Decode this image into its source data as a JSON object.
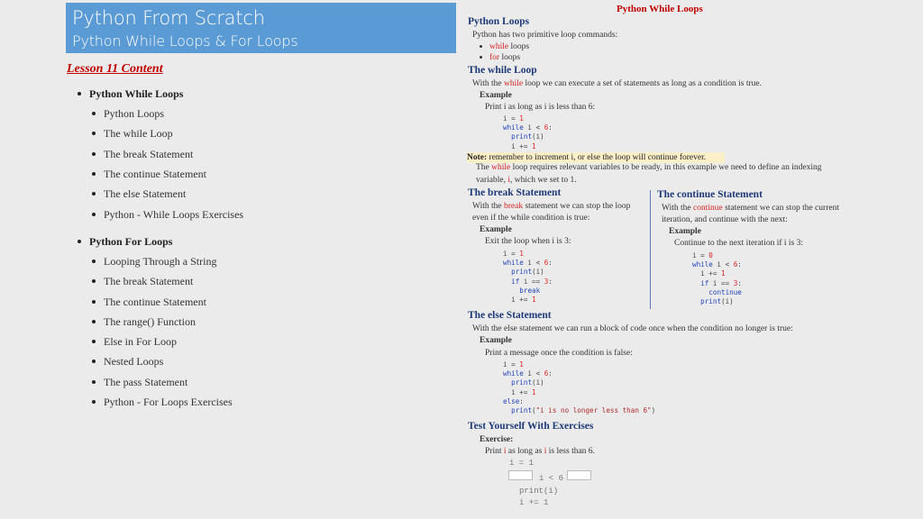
{
  "banner": {
    "title": "Python From Scratch",
    "subtitle": "Python While Loops & For Loops",
    "color": "#5b9bd5"
  },
  "lesson": {
    "title": "Lesson 11 Content"
  },
  "toc": {
    "groups": [
      {
        "title": "Python While Loops",
        "items": [
          "Python Loops",
          "The while Loop",
          "The break Statement",
          "The continue Statement",
          "The else Statement",
          "Python - While Loops Exercises"
        ]
      },
      {
        "title": "Python For Loops",
        "items": [
          "Looping Through a String",
          "The break Statement",
          "The continue Statement",
          "The range() Function",
          "Else in For Loop",
          "Nested Loops",
          "The pass Statement",
          "Python - For Loops Exercises"
        ]
      }
    ]
  },
  "doc": {
    "title": "Python While Loops",
    "loops": {
      "heading": "Python Loops",
      "intro": "Python has two primitive loop commands:",
      "items": [
        {
          "kw": "while",
          "rest": " loops"
        },
        {
          "kw": "for",
          "rest": " loops"
        }
      ]
    },
    "while": {
      "heading": "The while Loop",
      "text_pre": "With the ",
      "text_kw": "while",
      "text_post": " loop we can execute a set of statements as long as a condition is true.",
      "example_label": "Example",
      "example_desc": "Print i as long as i is less than 6:",
      "note_label": "Note:",
      "note_text": " remember to increment i, or else the loop will continue forever.",
      "after_pre": "The ",
      "after_kw": "while",
      "after_post": " loop requires relevant variables to be ready, in this example we need to define an indexing",
      "after2_pre": "variable, ",
      "after2_kw": "i",
      "after2_post": ", which we set to 1."
    },
    "break": {
      "heading": "The break Statement",
      "text_pre": "With the ",
      "text_kw": "break",
      "text_post": " statement we can stop the loop",
      "text2": "even if the while condition is true:",
      "example_label": "Example",
      "example_desc": "Exit the loop when i is 3:"
    },
    "continue": {
      "heading": "The continue Statement",
      "text_pre": "With the ",
      "text_kw": "continue",
      "text_post": " statement we can stop the current",
      "text2": "iteration, and continue with the next:",
      "example_label": "Example",
      "example_desc": "Continue to the next iteration if i is 3:"
    },
    "else": {
      "heading": "The else Statement",
      "text": "With the else statement we can run a block of code once when the condition no longer is true:",
      "example_label": "Example",
      "example_desc": "Print a message once the condition is false:"
    },
    "exercises": {
      "heading": "Test Yourself With Exercises",
      "label": "Exercise:",
      "desc_pre": "Print ",
      "desc_kw1": "i",
      "desc_mid": " as long as ",
      "desc_kw2": "i",
      "desc_post": " is less than 6.",
      "code_line1": "i = 1",
      "code_line2": "i < 6",
      "code_line3": "print(i)",
      "code_line4": "i += 1",
      "blank1_value": "",
      "blank2_value": ""
    }
  }
}
